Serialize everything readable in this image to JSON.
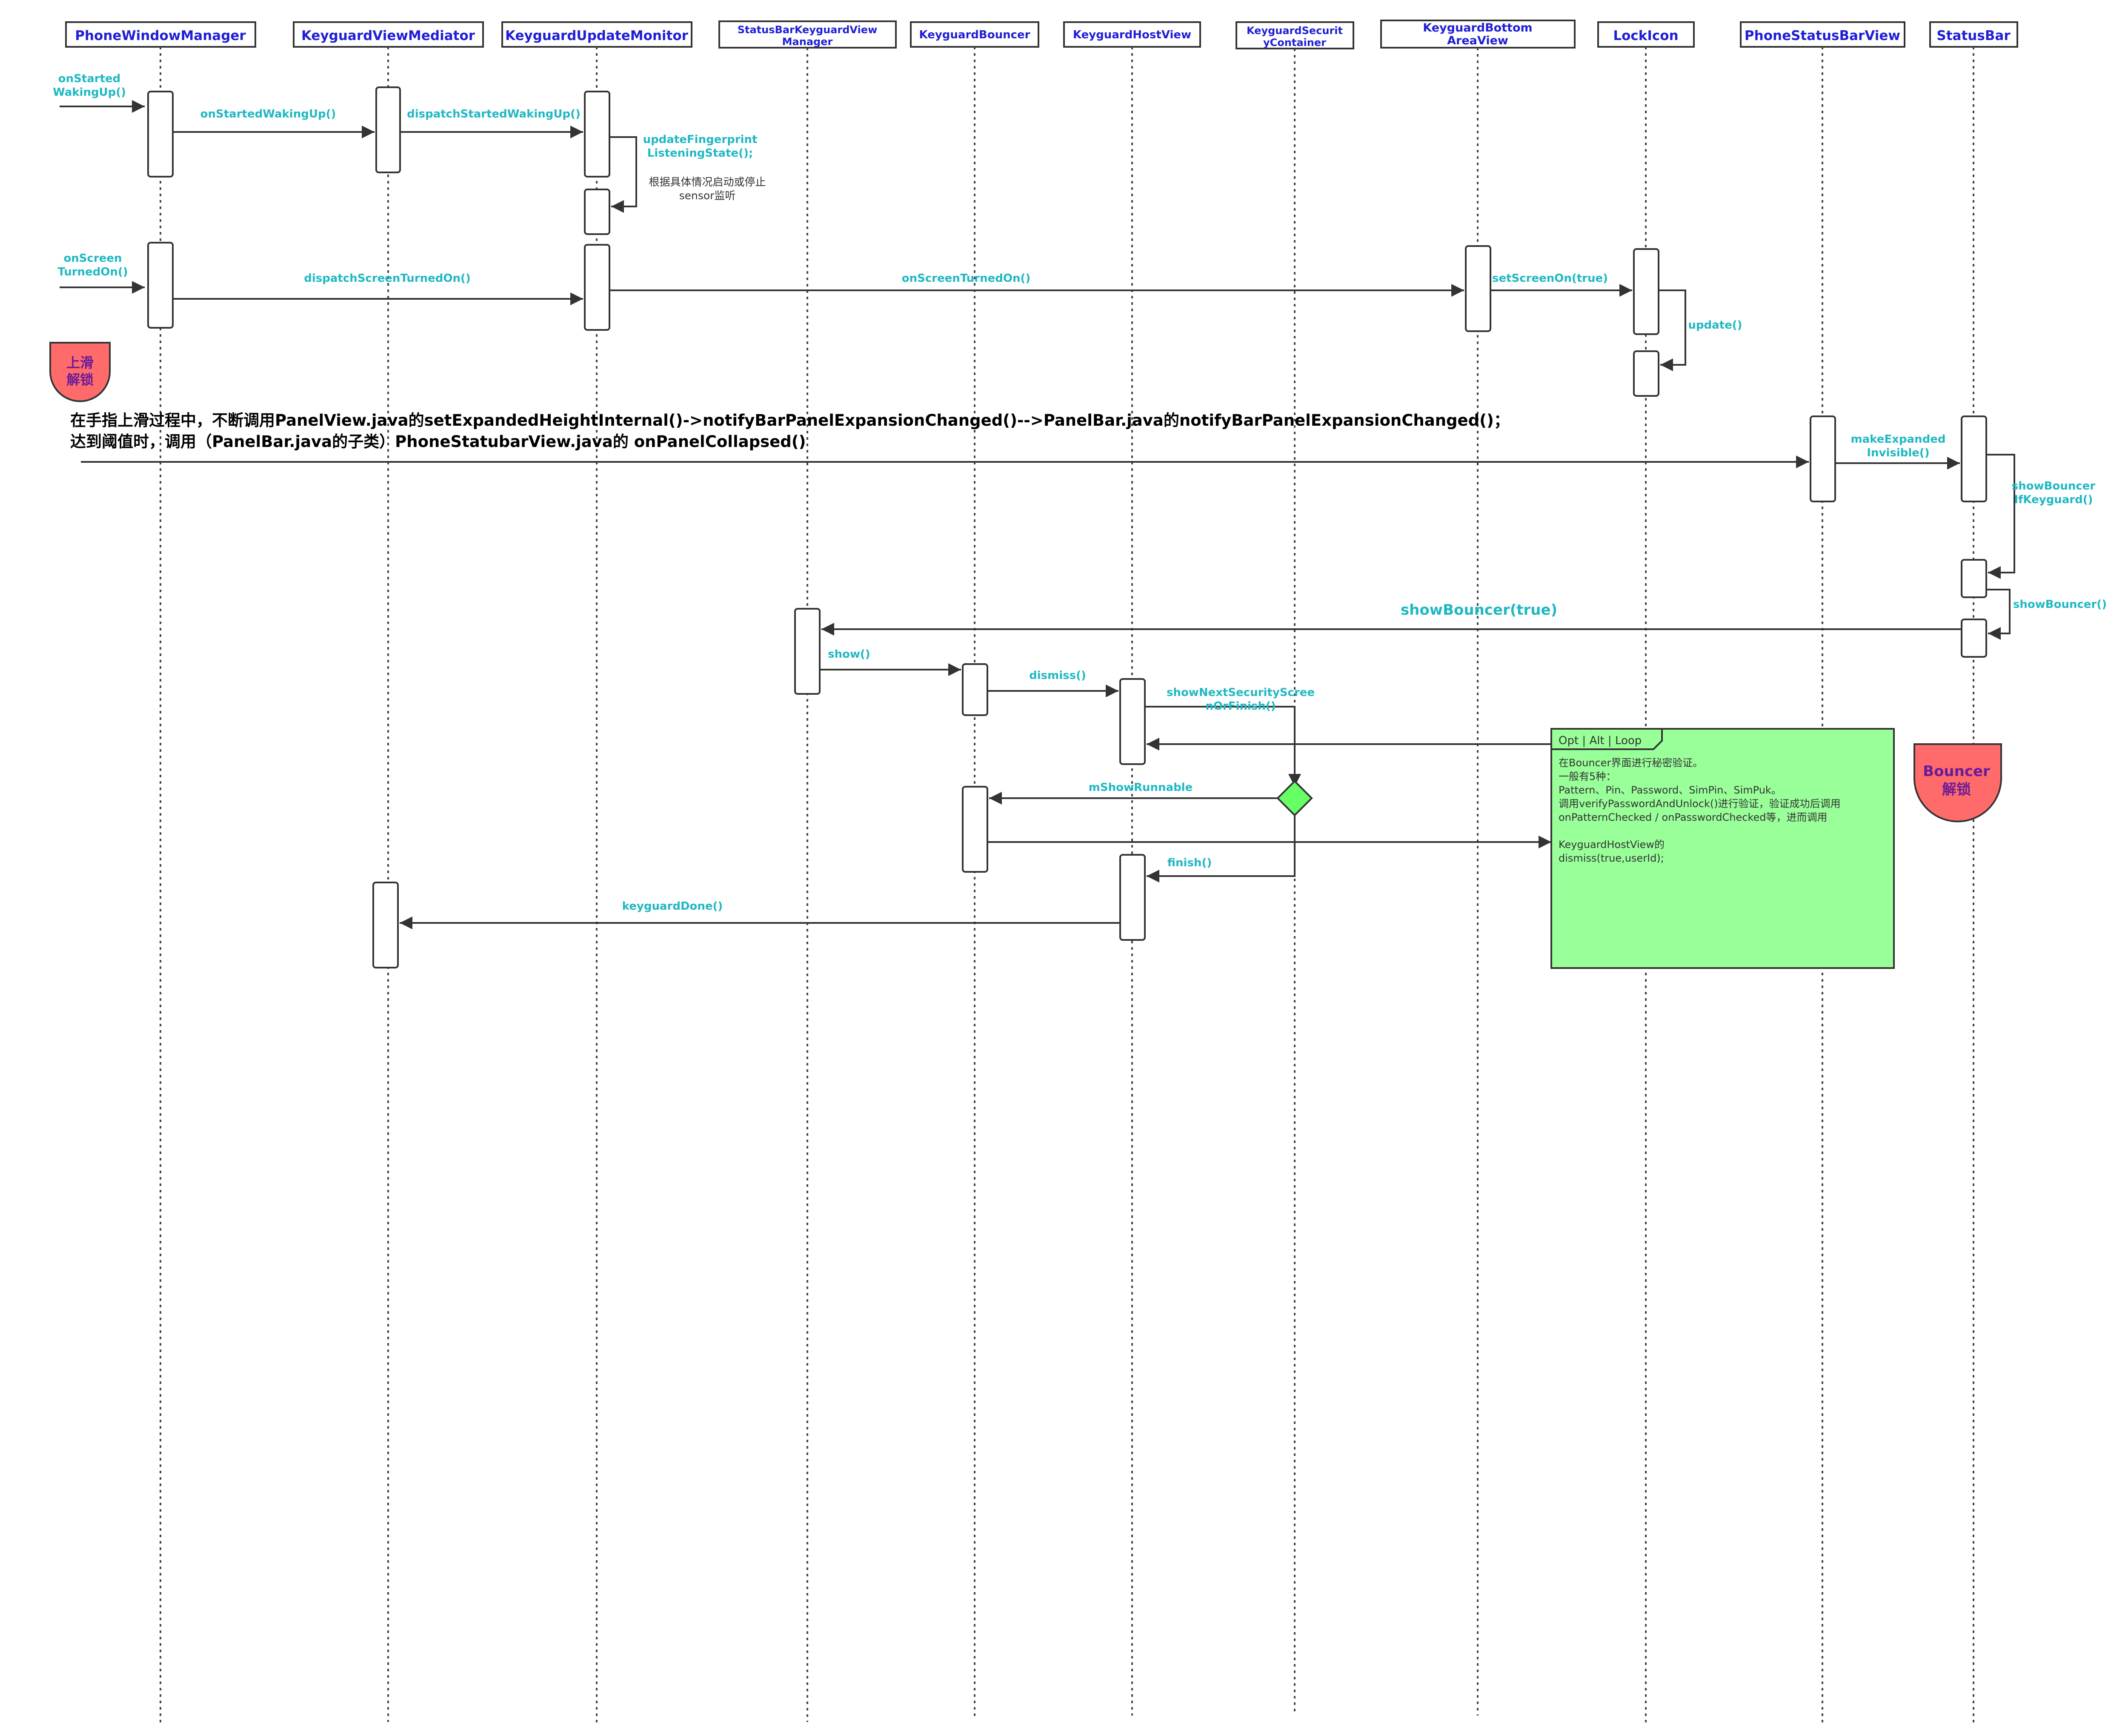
{
  "participants": [
    {
      "name": "PhoneWindowManager"
    },
    {
      "name": "KeyguardViewMediator"
    },
    {
      "name": "KeyguardUpdateMonitor"
    },
    {
      "name": "StatusBarKeyguardView Manager",
      "lines": [
        "StatusBarKeyguardView",
        "Manager"
      ]
    },
    {
      "name": "KeyguardBouncer"
    },
    {
      "name": "KeyguardHostView"
    },
    {
      "name": "KeyguardSecurityContainer",
      "lines": [
        "KeyguardSecurit",
        "yContainer"
      ]
    },
    {
      "name": "KeyguardBottomAreaView",
      "lines": [
        "KeyguardBottom",
        "AreaView"
      ]
    },
    {
      "name": "LockIcon"
    },
    {
      "name": "PhoneStatusBarView"
    },
    {
      "name": "StatusBar"
    }
  ],
  "messages": {
    "on_started_waking_external": [
      "onStarted",
      "WakingUp()"
    ],
    "on_started_waking_up": "onStartedWakingUp()",
    "dispatch_started_waking_up": "dispatchStartedWakingUp()",
    "update_fingerprint": [
      "updateFingerprint",
      "ListeningState();"
    ],
    "on_screen_external": [
      "onScreen",
      "TurnedOn()"
    ],
    "dispatch_screen_turned_on": "dispatchScreenTurnedOn()",
    "on_screen_turned_on": "onScreenTurnedOn()",
    "set_screen_on": "setScreenOn(true)",
    "update": "update()",
    "make_expanded_invisible": [
      "makeExpanded",
      "Invisible()"
    ],
    "show_bouncer_if_keyguard": [
      "showBouncer",
      "IfKeyguard()"
    ],
    "show_bouncer": "showBouncer()",
    "show_bouncer_true": "showBouncer(true)",
    "show": "show()",
    "dismiss": "dismiss()",
    "show_next_security_screen": [
      "showNextSecurityScree",
      "nOrFinish()"
    ],
    "m_show_runnable": "mShowRunnable",
    "finish": "finish()",
    "keyguard_done": "keyguardDone()"
  },
  "notes": {
    "sensor_note": [
      "根据具体情况启动或停止",
      "sensor监听"
    ],
    "swipe_description": [
      "在手指上滑过程中，不断调用PanelView.java的setExpandedHeightInternal()->notifyBarPanelExpansionChanged()-->PanelBar.java的notifyBarPanelExpansionChanged()；",
      "达到阈值时，调用（PanelBar.java的子类）PhoneStatubarView.java的 onPanelCollapsed()"
    ],
    "fragment_label": "Opt | Alt | Loop",
    "fragment_body": [
      "在Bouncer界面进行秘密验证。",
      "一般有5种：",
      "Pattern、Pin、Password、SimPin、SimPuk。",
      "调用verifyPasswordAndUnlock()进行验证，验证成功后调用",
      "onPatternChecked / onPasswordChecked等，进而调用",
      "",
      "KeyguardHostView的",
      "dismiss(true,userId);"
    ]
  },
  "markers": {
    "swipe_unlock": [
      "上滑",
      "解锁"
    ],
    "bouncer_unlock": [
      "Bouncer",
      "解锁"
    ]
  },
  "colors": {
    "header_text": "#1f1fd6",
    "message_text": "#1fb8c2",
    "line": "#333333",
    "fragment_fill": "#99ff99",
    "decision_fill": "#66ff66",
    "marker_fill": "#ff6b6b",
    "marker_text": "#6a1b9a"
  }
}
